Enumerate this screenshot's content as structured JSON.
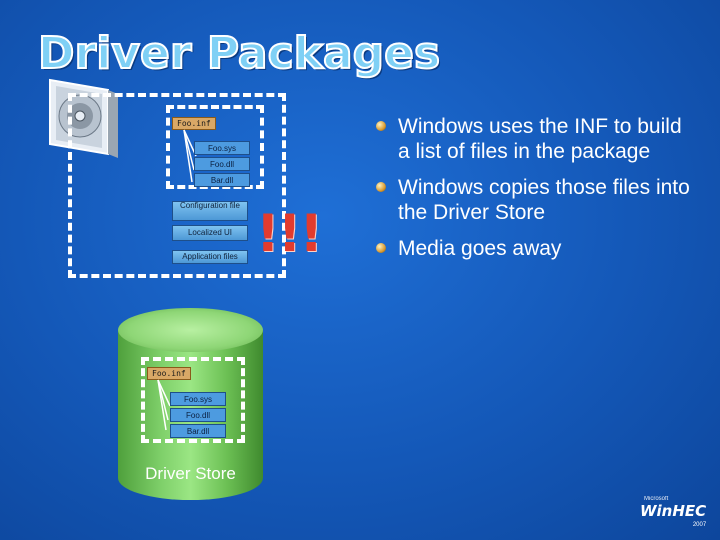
{
  "slide": {
    "title": "Driver Packages",
    "package": {
      "inf": "Foo.inf",
      "files": [
        "Foo.sys",
        "Foo.dll",
        "Bar.dll"
      ],
      "config": "Configuration file",
      "localized": "Localized UI",
      "appfiles": "Application files",
      "warning": "!!!"
    },
    "store": {
      "inf": "Foo.inf",
      "files": [
        "Foo.sys",
        "Foo.dll",
        "Bar.dll"
      ],
      "label": "Driver Store"
    },
    "bullets": [
      "Windows uses the INF to build a list of files in the package",
      "Windows copies those files into the Driver Store",
      "Media goes away"
    ],
    "logo": {
      "brand": "WinHEC",
      "company": "Microsoft",
      "year": "2007"
    }
  }
}
